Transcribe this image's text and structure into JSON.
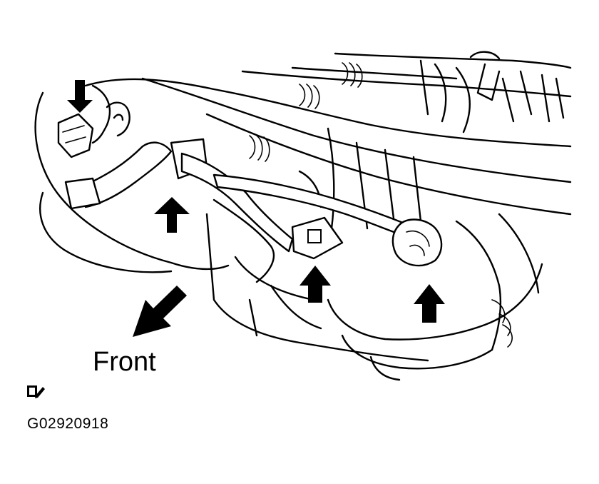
{
  "labels": {
    "direction": "Front",
    "figure_code": "G02920918"
  },
  "icons": {
    "direction_arrow": "arrow-down-left",
    "indicator_arrows": [
      "arrow-down",
      "arrow-up",
      "arrow-up",
      "arrow-up"
    ],
    "corner_icon": "document-pencil-icon"
  },
  "colors": {
    "ink": "#000000",
    "background": "#ffffff"
  }
}
